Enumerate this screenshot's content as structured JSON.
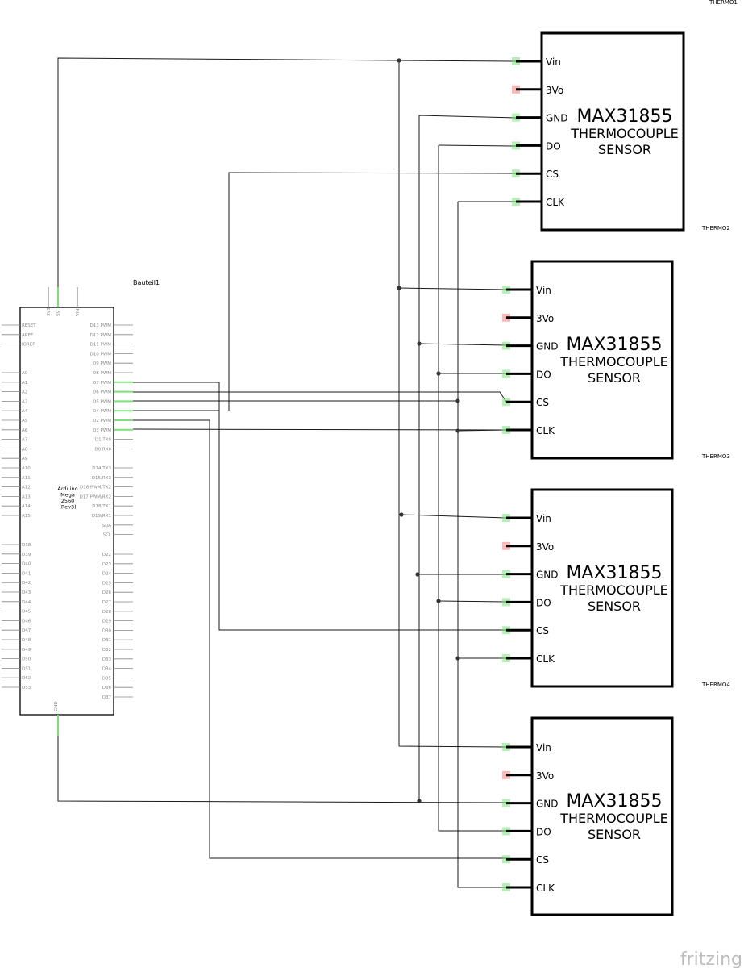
{
  "arduino": {
    "instance_label": "Bauteil1",
    "board_name_lines": [
      "Arduino",
      "Mega",
      "2560",
      "(Rev3)"
    ],
    "top_pins": [
      "3V3",
      "5V",
      "VIN"
    ],
    "bottom_pin": "GND",
    "left_pins_group1": [
      "RESET",
      "AREF",
      "IOREF"
    ],
    "left_pins_group2": [
      "A0",
      "A1",
      "A2",
      "A3",
      "A4",
      "A5",
      "A6",
      "A7",
      "A8",
      "A9",
      "A10",
      "A11",
      "A12",
      "A13",
      "A14",
      "A15"
    ],
    "left_pins_group3": [
      "D38",
      "D39",
      "D40",
      "D41",
      "D42",
      "D43",
      "D44",
      "D45",
      "D46",
      "D47",
      "D48",
      "D49",
      "D50",
      "D51",
      "D52",
      "D53"
    ],
    "right_pins_group1": [
      "D13 PWM",
      "D12 PWM",
      "D11 PWM",
      "D10 PWM",
      "D9 PWM",
      "D8 PWM",
      "D7 PWM",
      "D6 PWM",
      "D5 PWM",
      "D4 PWM",
      "D2 PWM",
      "D3 PWM",
      "D1 TX0",
      "D0 RX0"
    ],
    "right_pins_group2": [
      "D14/TX3",
      "D15/RX3",
      "D16 PWM/TX2",
      "D17 PWM/RX2",
      "D18/TX1",
      "D19/RX1",
      "SDA",
      "SCL"
    ],
    "right_pins_group3": [
      "D22",
      "D23",
      "D24",
      "D25",
      "D26",
      "D27",
      "D28",
      "D29",
      "D30",
      "D31",
      "D32",
      "D33",
      "D34",
      "D35",
      "D36",
      "D37"
    ]
  },
  "sensors": [
    {
      "tag": "THERMO1",
      "title": "MAX31855",
      "sub1": "THERMOCOUPLE",
      "sub2": "SENSOR"
    },
    {
      "tag": "THERMO2",
      "title": "MAX31855",
      "sub1": "THERMOCOUPLE",
      "sub2": "SENSOR"
    },
    {
      "tag": "THERMO3",
      "title": "MAX31855",
      "sub1": "THERMOCOUPLE",
      "sub2": "SENSOR"
    },
    {
      "tag": "THERMO4",
      "title": "MAX31855",
      "sub1": "THERMOCOUPLE",
      "sub2": "SENSOR"
    }
  ],
  "sensor_pins": [
    "Vin",
    "3Vo",
    "GND",
    "DO",
    "CS",
    "CLK"
  ],
  "colors": {
    "connected_pin": "#7de07d",
    "unconnected_pin": "#f08080",
    "wire": "#1a1a1a"
  },
  "watermark": "fritzing"
}
